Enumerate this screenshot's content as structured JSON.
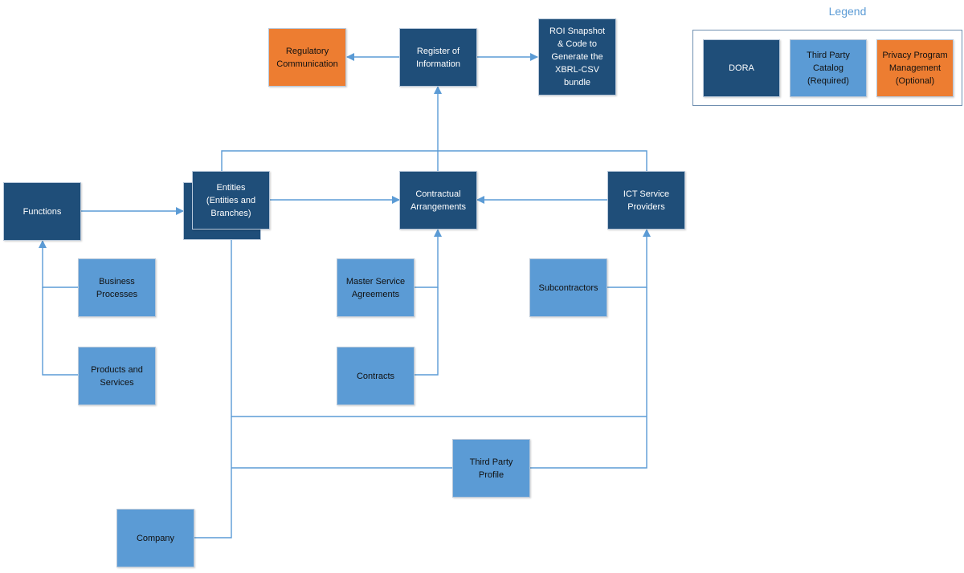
{
  "colors": {
    "dora": "#1f4e79",
    "third_party_catalog": "#5b9bd5",
    "privacy_program": "#ed7d31",
    "connector": "#5b9bd5"
  },
  "legend": {
    "title": "Legend",
    "items": [
      {
        "label": "DORA",
        "category": "dora"
      },
      {
        "label": "Third Party\nCatalog\n(Required)",
        "category": "third_party_catalog"
      },
      {
        "label": "Privacy Program\nManagement\n(Optional)",
        "category": "privacy_program"
      }
    ]
  },
  "nodes": {
    "regulatory_communication": {
      "label": "Regulatory\nCommunication",
      "category": "privacy_program"
    },
    "register_of_information": {
      "label": "Register of\nInformation",
      "category": "dora"
    },
    "roi_snapshot": {
      "label": "ROI Snapshot\n& Code to\nGenerate the\nXBRL-CSV\nbundle",
      "category": "dora"
    },
    "functions": {
      "label": "Functions",
      "category": "dora"
    },
    "entities": {
      "label": "Entities\n(Entities and\nBranches)",
      "category": "dora"
    },
    "contractual_arrangements": {
      "label": "Contractual\nArrangements",
      "category": "dora"
    },
    "ict_service_providers": {
      "label": "ICT Service\nProviders",
      "category": "dora"
    },
    "business_processes": {
      "label": "Business\nProcesses",
      "category": "third_party_catalog"
    },
    "products_and_services": {
      "label": "Products and\nServices",
      "category": "third_party_catalog"
    },
    "master_service_agreements": {
      "label": "Master Service\nAgreements",
      "category": "third_party_catalog"
    },
    "contracts": {
      "label": "Contracts",
      "category": "third_party_catalog"
    },
    "subcontractors": {
      "label": "Subcontractors",
      "category": "third_party_catalog"
    },
    "third_party_profile": {
      "label": "Third Party\nProfile",
      "category": "third_party_catalog"
    },
    "company": {
      "label": "Company",
      "category": "third_party_catalog"
    }
  },
  "edges": [
    {
      "from": "register_of_information",
      "to": "regulatory_communication"
    },
    {
      "from": "register_of_information",
      "to": "roi_snapshot"
    },
    {
      "from": "contractual_arrangements",
      "to": "register_of_information"
    },
    {
      "from": "entities",
      "to": "register_of_information"
    },
    {
      "from": "ict_service_providers",
      "to": "register_of_information"
    },
    {
      "from": "functions",
      "to": "entities"
    },
    {
      "from": "entities",
      "to": "contractual_arrangements"
    },
    {
      "from": "ict_service_providers",
      "to": "contractual_arrangements"
    },
    {
      "from": "business_processes",
      "to": "functions"
    },
    {
      "from": "products_and_services",
      "to": "functions"
    },
    {
      "from": "master_service_agreements",
      "to": "contractual_arrangements"
    },
    {
      "from": "contracts",
      "to": "contractual_arrangements"
    },
    {
      "from": "subcontractors",
      "to": "ict_service_providers"
    },
    {
      "from": "third_party_profile",
      "to": "entities"
    },
    {
      "from": "third_party_profile",
      "to": "ict_service_providers"
    },
    {
      "from": "company",
      "to": "entities"
    }
  ]
}
